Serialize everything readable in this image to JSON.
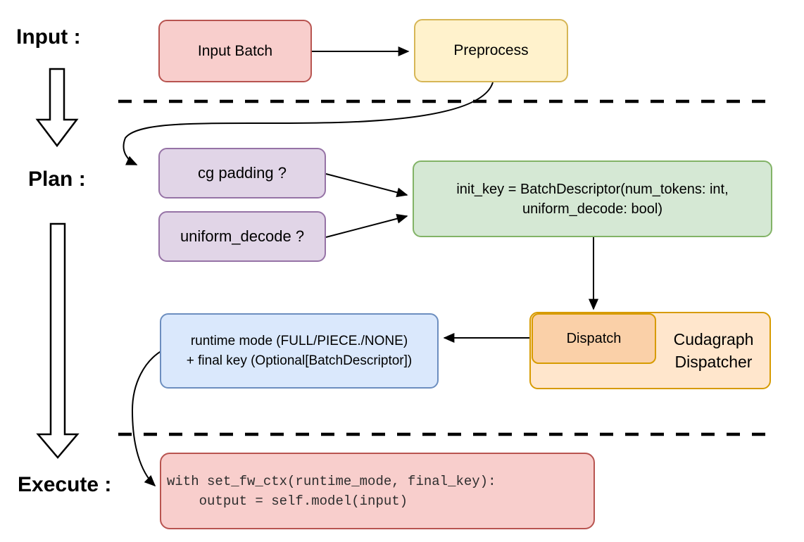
{
  "stages": {
    "input": "Input :",
    "plan": "Plan :",
    "execute": "Execute :"
  },
  "nodes": {
    "input_batch": {
      "label": "Input Batch"
    },
    "preprocess": {
      "label": "Preprocess"
    },
    "cg_padding": {
      "label": "cg padding ?"
    },
    "uniform_decode": {
      "label": "uniform_decode ?"
    },
    "init_key": {
      "line1": "init_key = BatchDescriptor(num_tokens: int,",
      "line2": "uniform_decode: bool)"
    },
    "runtime_mode": {
      "line1": "runtime mode (FULL/PIECE./NONE)",
      "line2": "+ final key (Optional[BatchDescriptor])"
    },
    "dispatch": {
      "label": "Dispatch"
    },
    "cudagraph_dispatcher": {
      "line1": "Cudagraph",
      "line2": "Dispatcher"
    },
    "execute_code": {
      "line1": "with set_fw_ctx(runtime_mode, final_key):",
      "line2": "    output = self.model(input)"
    }
  },
  "palette": {
    "red_fill": "#f8cecc",
    "red_stroke": "#b85450",
    "yellow_fill": "#fff2cc",
    "yellow_stroke": "#d6b656",
    "purple_fill": "#e1d5e7",
    "purple_stroke": "#9673a6",
    "green_fill": "#d5e8d4",
    "green_stroke": "#82b366",
    "blue_fill": "#dae8fc",
    "blue_stroke": "#6c8ebf",
    "orange_fill": "#ffe6cc",
    "orange_inner_fill": "#fad0a8",
    "orange_stroke": "#d79b00",
    "connector_color": "#000000"
  }
}
